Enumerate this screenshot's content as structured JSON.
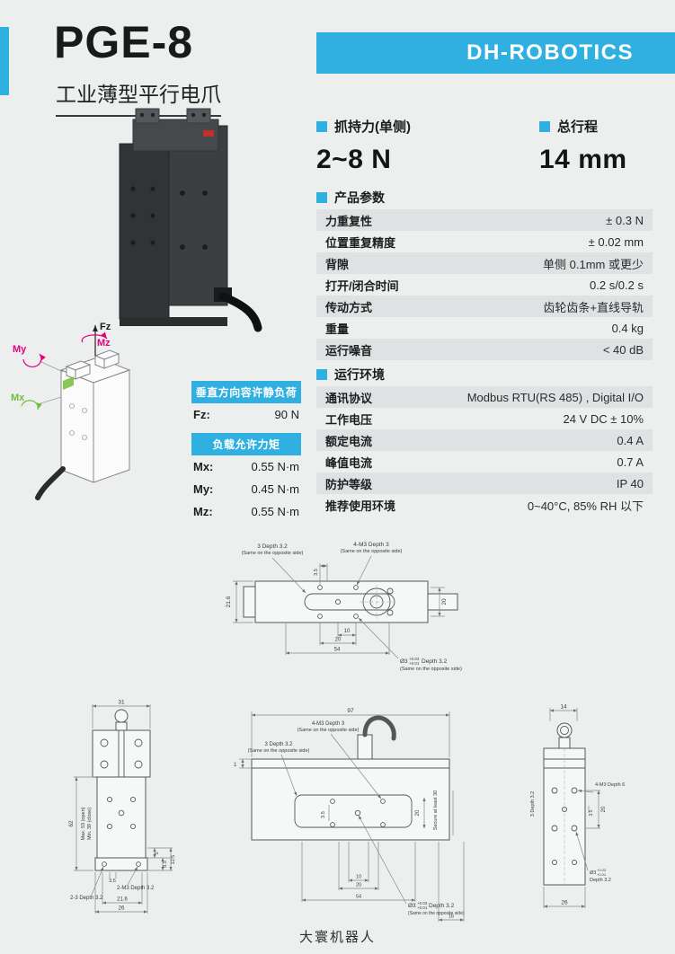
{
  "colors": {
    "accent": "#30b0e0",
    "magenta": "#e5007d",
    "green": "#6fbe44"
  },
  "header": {
    "model": "PGE-8",
    "subtitle": "工业薄型平行电爪",
    "brand": "DH-ROBOTICS"
  },
  "key_specs": {
    "grip": {
      "label": "抓持力(单侧)",
      "value": "2~8 N"
    },
    "stroke": {
      "label": "总行程",
      "value": "14 mm"
    }
  },
  "product_params": {
    "title": "产品参数",
    "rows": [
      {
        "label": "力重复性",
        "value": "± 0.3 N"
      },
      {
        "label": "位置重复精度",
        "value": "± 0.02 mm"
      },
      {
        "label": "背隙",
        "value": "单侧 0.1mm 或更少"
      },
      {
        "label": "打开/闭合时间",
        "value": "0.2 s/0.2 s"
      },
      {
        "label": "传动方式",
        "value": "齿轮齿条+直线导轨"
      },
      {
        "label": "重量",
        "value": "0.4 kg"
      },
      {
        "label": "运行噪音",
        "value": "< 40 dB"
      }
    ]
  },
  "operating_env": {
    "title": "运行环境",
    "rows": [
      {
        "label": "通讯协议",
        "value": "Modbus RTU(RS 485) , Digital I/O"
      },
      {
        "label": "工作电压",
        "value": "24 V DC ± 10%"
      },
      {
        "label": "额定电流",
        "value": "0.4 A"
      },
      {
        "label": "峰值电流",
        "value": "0.7 A"
      },
      {
        "label": "防护等级",
        "value": "IP 40"
      },
      {
        "label": "推荐使用环境",
        "value": "0~40°C, 85% RH 以下"
      }
    ]
  },
  "load": {
    "axes": {
      "fz": "Fz",
      "mz": "Mz",
      "my": "My",
      "mx": "Mx"
    },
    "static_title": "垂直方向容许静负荷",
    "static_rows": [
      {
        "label": "Fz:",
        "value": "90 N"
      }
    ],
    "moment_title": "负载允许力矩",
    "moment_rows": [
      {
        "label": "Mx:",
        "value": "0.55 N·m"
      },
      {
        "label": "My:",
        "value": "0.45 N·m"
      },
      {
        "label": "Mz:",
        "value": "0.55 N·m"
      }
    ]
  },
  "drawings": {
    "top_view": {
      "dim_height": "21.6",
      "dim_35": "3.5",
      "dim_right": "20",
      "dim_10": "10",
      "dim_20": "20",
      "dim_54": "54",
      "note_slot": "3 Depth 3.2",
      "note_slot_sub": "(Same on the opposite side)",
      "note_holes": "4-M3 Depth 3",
      "note_holes_sub": "(Same on the opposite side)",
      "pin_dia": "Ø3",
      "pin_tol_up": "+0.03",
      "pin_tol_low": "+0.01",
      "pin_depth": "Depth 3.2",
      "pin_sub": "(Same on the opposite side)"
    },
    "front_view": {
      "dim_31": "31",
      "dim_62": "62",
      "dim_max": "Max. 53 (open)",
      "dim_min": "Min. 39 (close)",
      "dim_5": "5",
      "dim_85": "8.5",
      "dim_125": "12.5",
      "dim_35": "3.5",
      "note_2m3": "2-M3 Depth 3.2",
      "note_2x3": "2-3 Depth 3.2",
      "dim_216": "21.6",
      "dim_26": "26"
    },
    "side_view": {
      "dim_97": "97",
      "note_4m3": "4-M3 Depth 3",
      "note_4m3_sub": "(Same on the opposite side)",
      "note_slot": "3 Depth 3.2",
      "note_slot_sub": "(Same on the opposite side)",
      "dim_1": "1",
      "dim_35": "3.5",
      "dim_20r": "20",
      "note_secure": "Secure at least 30",
      "dim_10": "10",
      "dim_20": "20",
      "dim_54": "54",
      "dim_16": "16",
      "pin_dia": "Ø3",
      "pin_tol_up": "+0.03",
      "pin_tol_low": "+0.01",
      "pin_depth": "Depth 3.2",
      "pin_sub": "(Same on the opposite side)"
    },
    "end_view": {
      "dim_14": "14",
      "note_3depth": "3 Depth 3.2",
      "note_4m3": "4-M3 Depth 6",
      "dim_35": "3.5",
      "dim_20": "20",
      "pin_dia": "Ø3",
      "pin_tol_up": "+0.03",
      "pin_tol_low": "+0.01",
      "pin_depth": "Depth 3.2",
      "dim_26": "26"
    }
  },
  "footer": {
    "company": "大寰机器人"
  }
}
